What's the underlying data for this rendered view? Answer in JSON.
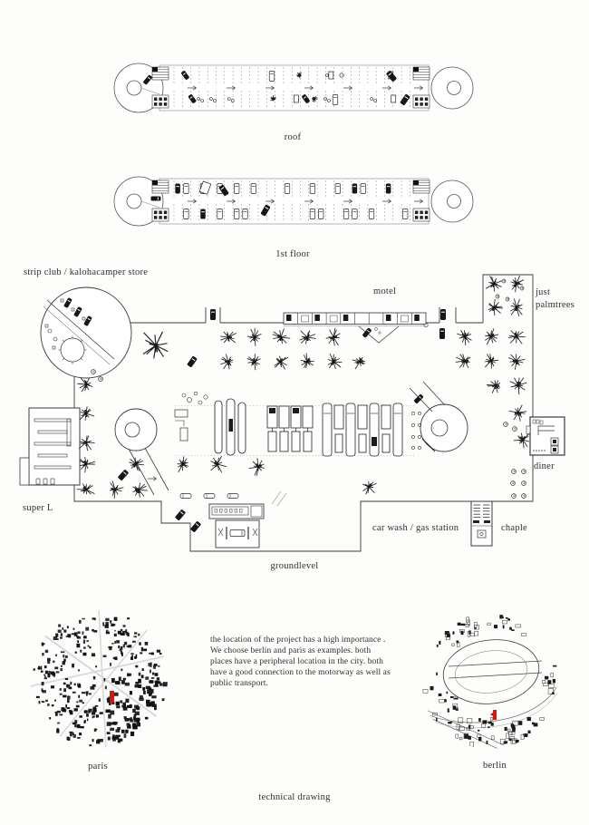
{
  "sheet": {
    "background": "#fdfdfc",
    "ink": "#3a3a3a",
    "text_color": "#2f2f2f",
    "marker_red": "#e01407"
  },
  "plans": {
    "roof_label": "roof",
    "first_floor_label": "1st floor",
    "groundlevel_label": "groundlevel"
  },
  "groundlevel_annotations": {
    "strip_club": "strip club / kalohacamper store",
    "motel": "motel",
    "palmtrees_lines": [
      "just",
      "palmtrees"
    ],
    "super_l": "super L",
    "diner": "diner",
    "car_wash": "car wash / gas station",
    "chapel": "chaple"
  },
  "location_study": {
    "description_lines": [
      "the location of the project has a high importance .",
      "We choose berlin and paris as examples. both",
      "places have a peripheral location in the city. both",
      "have a good connection to the motorway as well as",
      "public transport."
    ],
    "paris_label": "paris",
    "berlin_label": "berlin"
  },
  "sheet_title": "technical drawing"
}
